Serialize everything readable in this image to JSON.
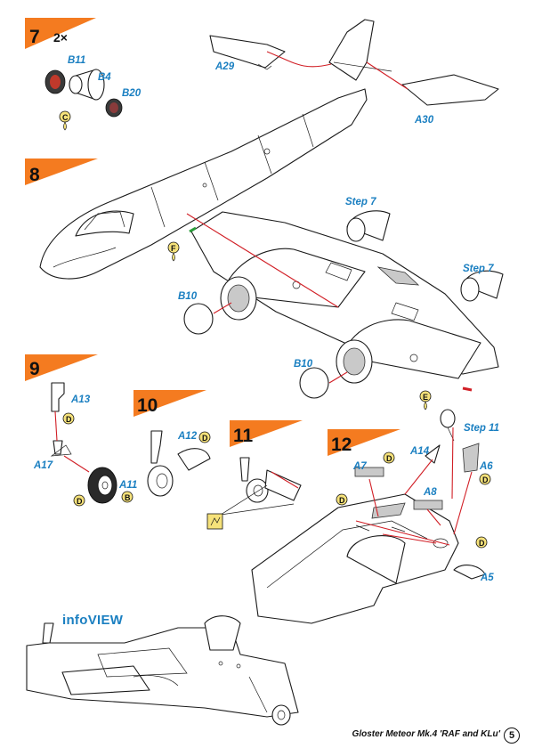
{
  "steps": {
    "s7": {
      "number": "7",
      "multiplier": "2×"
    },
    "s8": {
      "number": "8"
    },
    "s9": {
      "number": "9"
    },
    "s10": {
      "number": "10"
    },
    "s11": {
      "number": "11"
    },
    "s12": {
      "number": "12"
    }
  },
  "parts": {
    "b11": "B11",
    "b4": "B4",
    "b20": "B20",
    "a29": "A29",
    "a30": "A30",
    "step7_a": "Step 7",
    "step7_b": "Step 7",
    "b10_a": "B10",
    "b10_b": "B10",
    "a13": "A13",
    "a17": "A17",
    "a11": "A11",
    "a12": "A12",
    "a14": "A14",
    "step11": "Step 11",
    "a7": "A7",
    "a8": "A8",
    "a6": "A6",
    "a5": "A5"
  },
  "glue_markers": {
    "c": "C",
    "f": "F",
    "e": "E",
    "d1": "D",
    "d2": "D",
    "b": "B",
    "d3": "D",
    "d4": "D",
    "d5": "D",
    "d6": "D",
    "d7": "D"
  },
  "colors": {
    "accent_orange": "#f47b20",
    "part_blue": "#1a7fc1",
    "guide_red": "#d11f26",
    "glue_yellow": "#f6e27a"
  },
  "info_view": "infoVIEW",
  "footer": {
    "title": "Gloster Meteor Mk.4 'RAF and KLu'",
    "page": "5"
  }
}
